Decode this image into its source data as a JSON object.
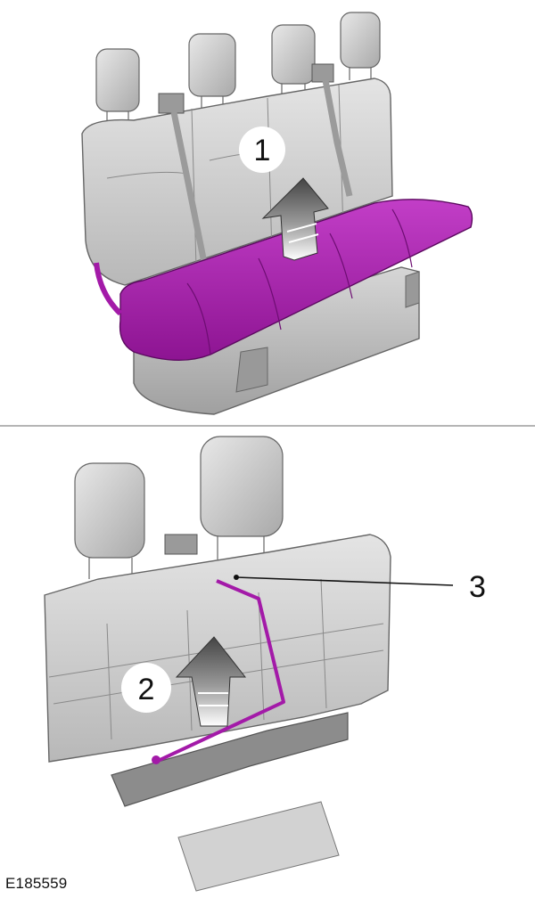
{
  "figure": {
    "id": "E185559",
    "colors": {
      "highlight": "#a31aa8",
      "highlight_light": "#d24fd6",
      "seat_gray": "#c8c8c8",
      "seat_dark": "#8f8f8f",
      "divider": "#b5b5b5",
      "arrow": "#555555"
    }
  },
  "panels": [
    {
      "name": "bench-seat-upright",
      "callouts": [
        {
          "label": "1"
        }
      ]
    },
    {
      "name": "bench-seat-folded-rear",
      "callouts": [
        {
          "label": "2"
        },
        {
          "label": "3"
        }
      ]
    }
  ]
}
